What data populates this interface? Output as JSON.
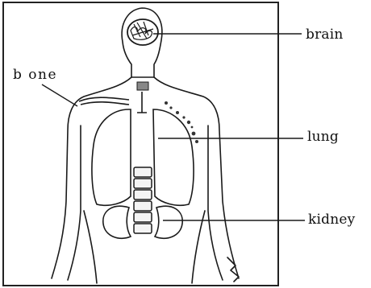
{
  "labels": {
    "brain": "brain",
    "bone": "b one",
    "lung": "lung",
    "kidney": "kidney"
  },
  "colors": {
    "outline": "#1a1a1a",
    "background": "#ffffff"
  }
}
